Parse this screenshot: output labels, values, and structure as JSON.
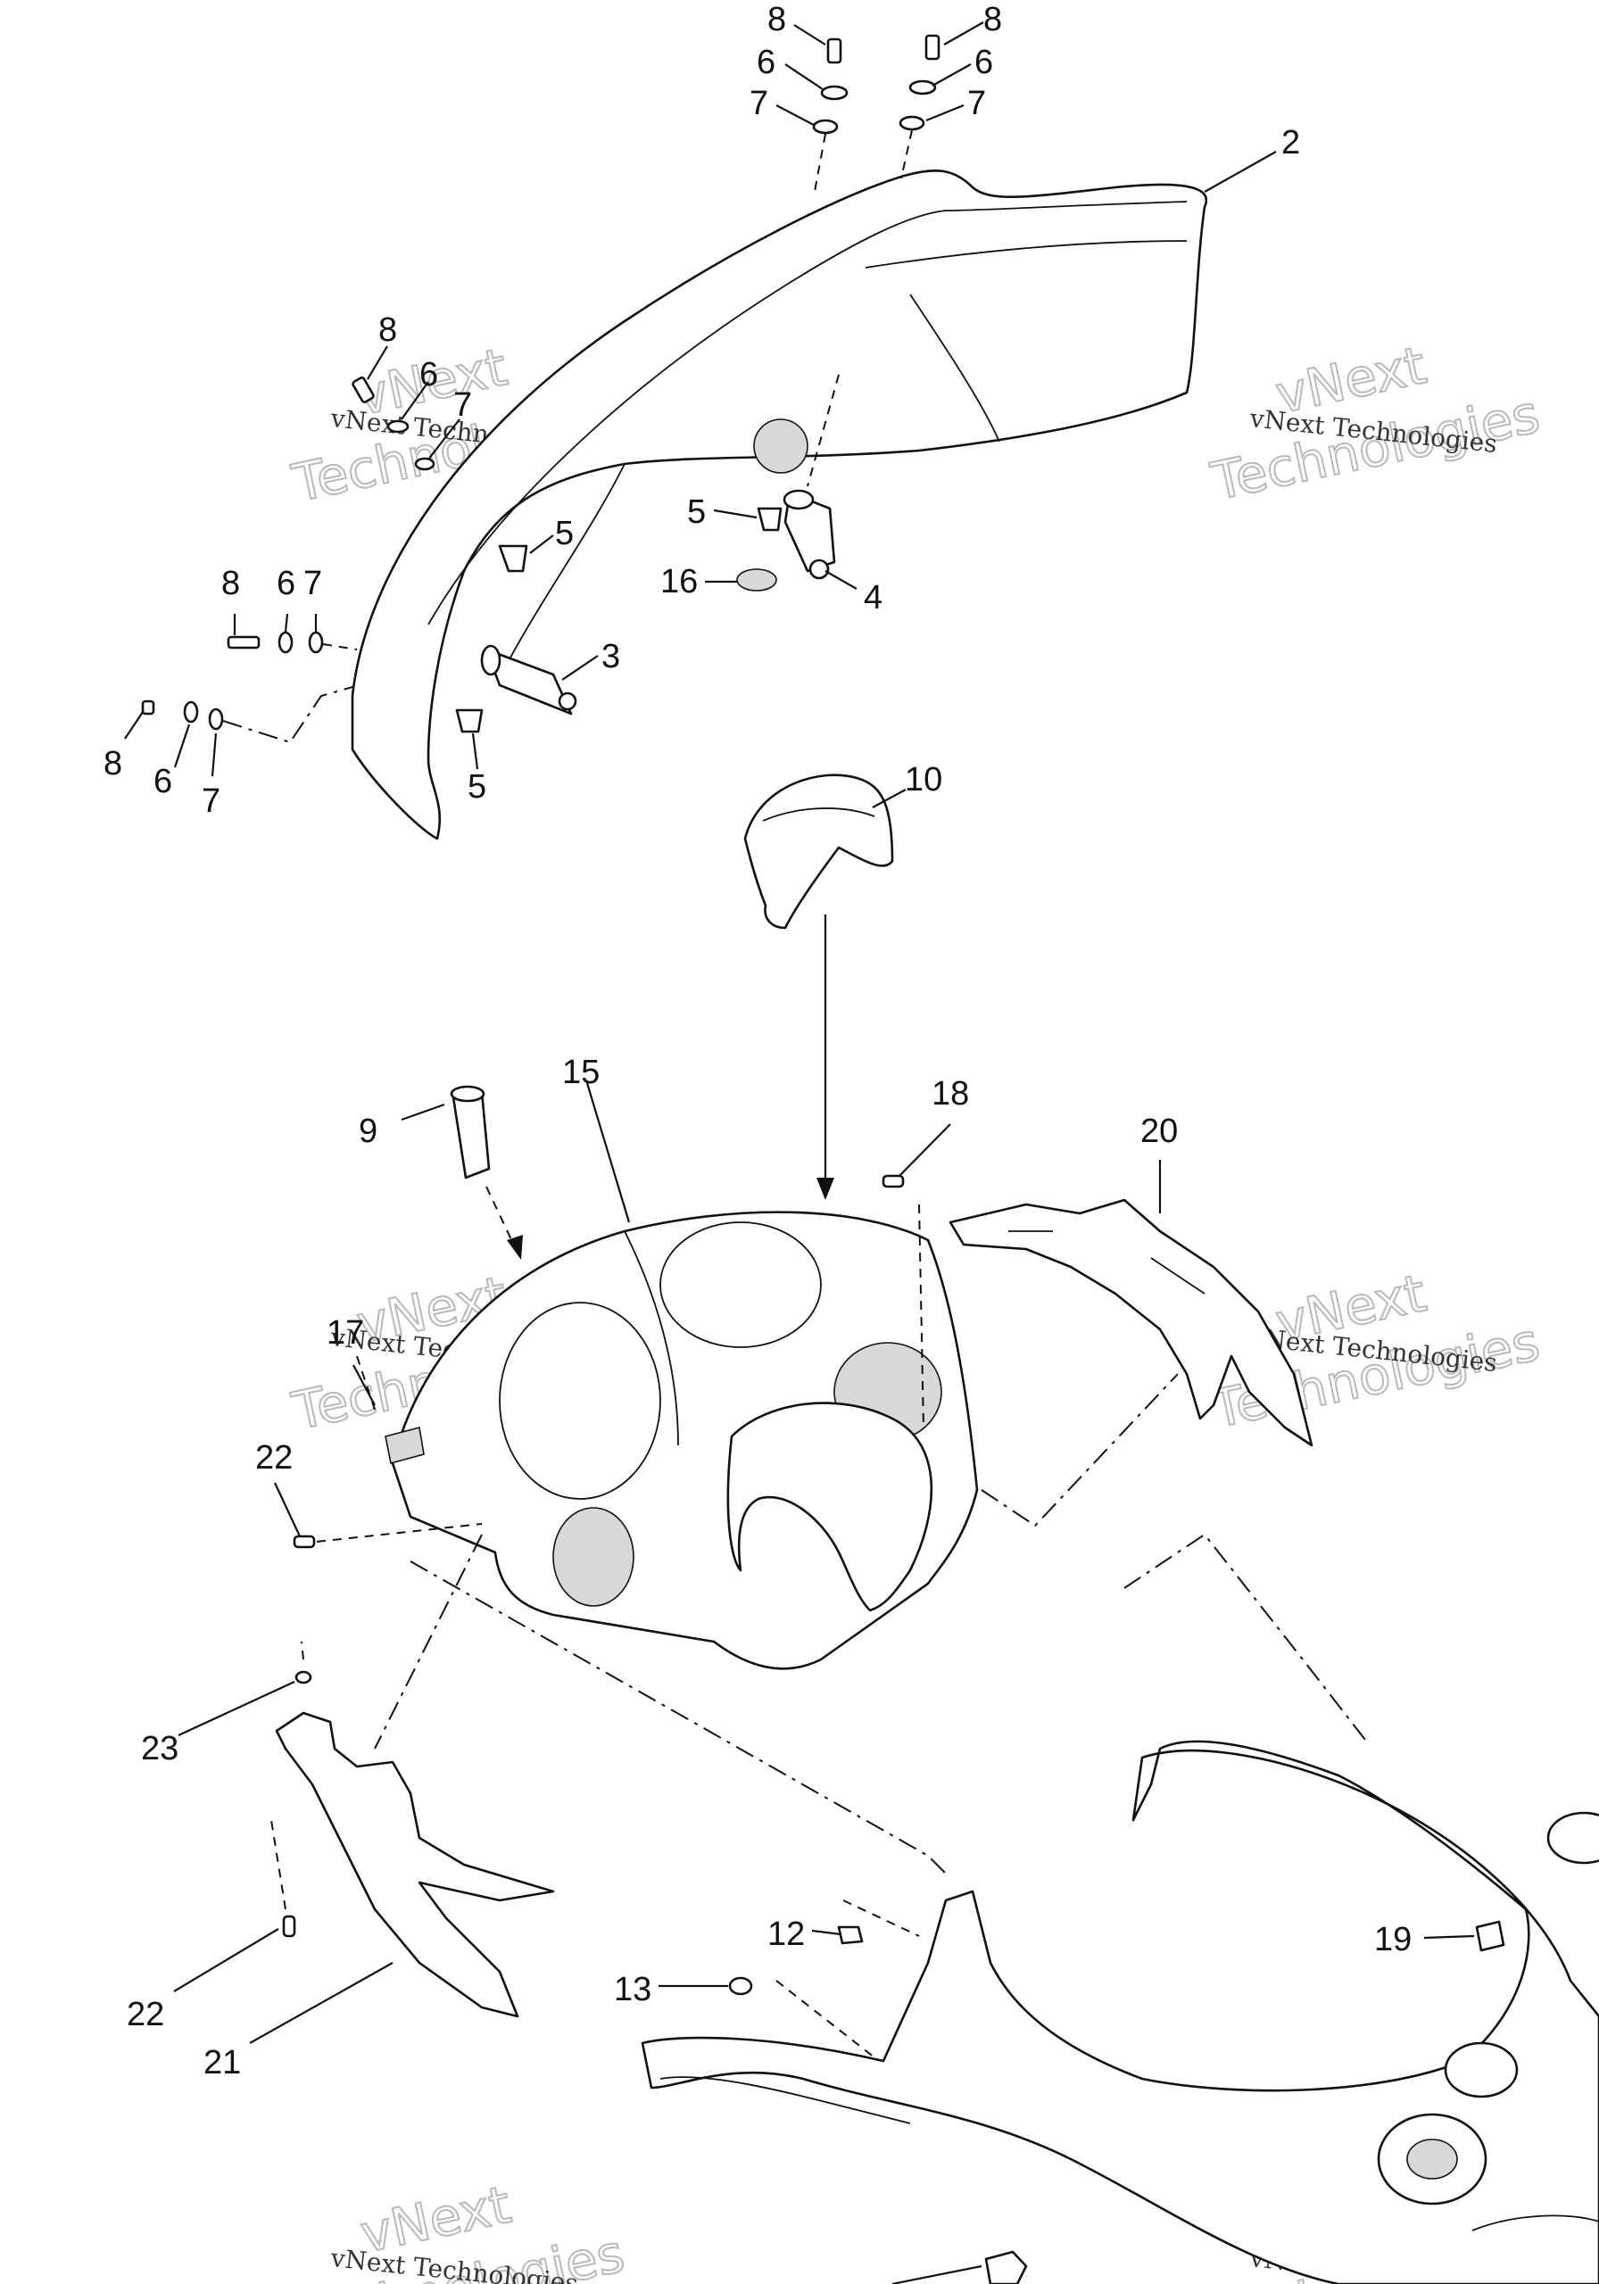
{
  "diagram": {
    "callouts": {
      "c8_top_left": "8",
      "c6_top_left": "6",
      "c7_top_left": "7",
      "c8_top_right": "8",
      "c6_top_right": "6",
      "c7_top_right": "7",
      "c2": "2",
      "c8_mid": "8",
      "c6_mid": "6",
      "c7_mid": "7",
      "c5_a": "5",
      "c5_b": "5",
      "c5_c": "5",
      "c4": "4",
      "c16": "16",
      "c8_left_a": "8",
      "c6_left_a": "6",
      "c7_left_a": "7",
      "c3": "3",
      "c8_left_b": "8",
      "c6_left_b": "6",
      "c7_left_b": "7",
      "c10": "10",
      "c15": "15",
      "c9": "9",
      "c18": "18",
      "c20": "20",
      "c17": "17",
      "c22_a": "22",
      "c22_b": "22",
      "c23": "23",
      "c21": "21",
      "c12": "12",
      "c13": "13",
      "c19": "19"
    },
    "watermarks": [
      {
        "big_line1": "vNext",
        "big_line2": "Technologies",
        "small": "vNext Technologies"
      }
    ]
  }
}
